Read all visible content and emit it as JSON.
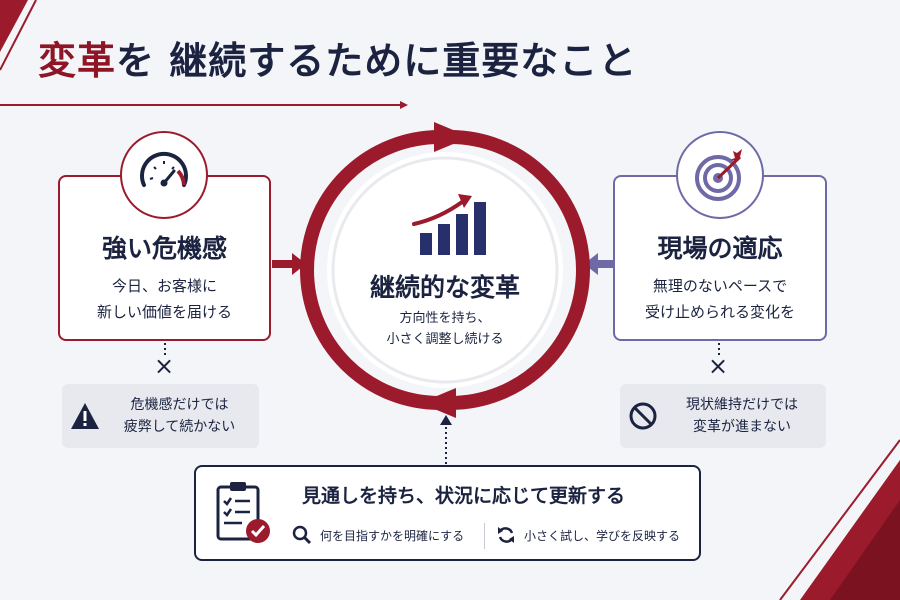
{
  "title": {
    "accent": "変革",
    "rest": "を 継続するために重要なこと"
  },
  "left_card": {
    "title": "強い危機感",
    "line1": "今日、お客様に",
    "line2": "新しい価値を届ける",
    "icon": "speedometer-icon"
  },
  "right_card": {
    "title": "現場の適応",
    "line1": "無理のないペースで",
    "line2": "受け止められる変化を",
    "icon": "target-icon"
  },
  "center": {
    "title": "継続的な変革",
    "line1": "方向性を持ち、",
    "line2": "小さく調整し続ける",
    "icon": "growth-chart-icon"
  },
  "left_warning": {
    "line1": "危機感だけでは",
    "line2": "疲弊して続かない",
    "icon": "warning-icon"
  },
  "right_warning": {
    "line1": "現状維持だけでは",
    "line2": "変革が進まない",
    "icon": "prohibited-icon"
  },
  "times_symbol": "×",
  "bottom": {
    "title": "見通しを持ち、状況に応じて更新する",
    "item1": "何を目指すかを明確にする",
    "item2": "小さく試し、学びを反映する",
    "icon": "checklist-icon"
  },
  "colors": {
    "crimson": "#9b1b2c",
    "navy": "#1b2340",
    "purple": "#6f6aa6"
  }
}
